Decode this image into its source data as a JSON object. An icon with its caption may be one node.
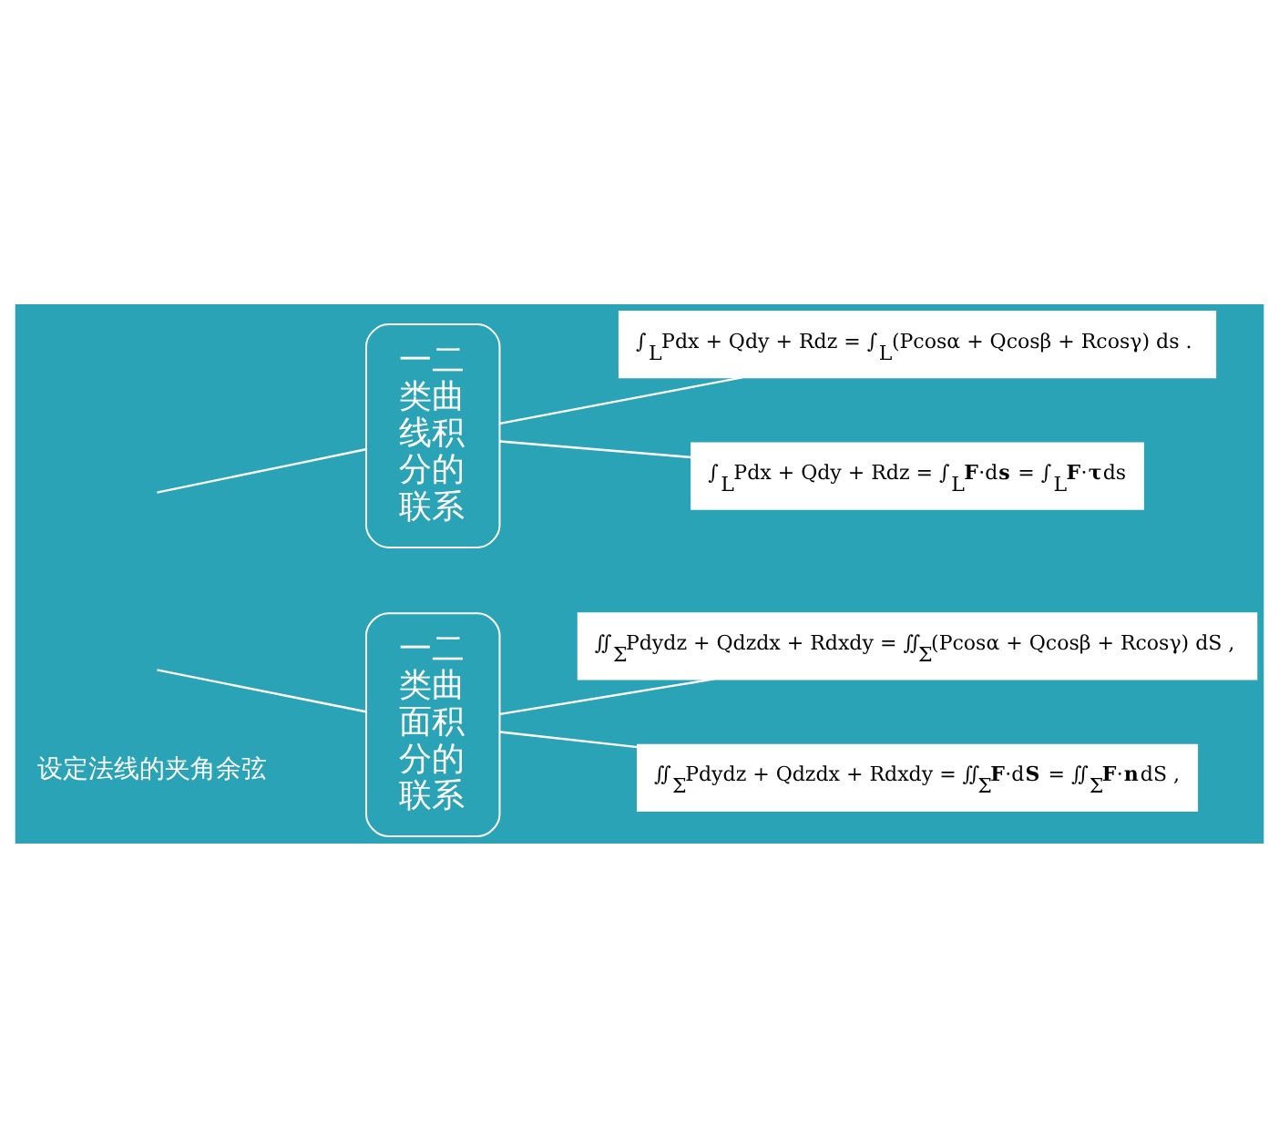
{
  "diagram": {
    "nodes": [
      {
        "text": [
          "一二类曲线积分的联系"
        ]
      },
      {
        "text": [
          "∫$_{L}$Pdx + Qdy + Rdz = ∫$_{L}$(Pcosα + Qcosβ + Rcosγ) ds ."
        ]
      },
      {
        "text": [
          "∫$_{L}$Pdx + Qdy + Rdz = ∫$_{L}$**F**·d**s** = ∫$_{L}$**F**·**τ**ds"
        ]
      },
      {
        "text": [
          "一二类曲面积分的联系"
        ]
      },
      {
        "text": [
          "∬$_{Σ}$Pdydz + Qdzdx + Rdxdy = ∬$_{Σ}$(Pcosα + Qcosβ + Rcosγ) dS ,"
        ]
      },
      {
        "text": [
          "∬$_{Σ}$Pdydz + Qdzdx + Rdxdy = ∬$_{Σ}$**F**·d**S** = ∬$_{Σ}$**F**·**n**dS ,"
        ]
      }
    ],
    "edges": [
      {
        "from": null,
        "to": 0,
        "arrow": "none"
      },
      {
        "from": 0,
        "to": 1,
        "arrow": "none"
      },
      {
        "from": 0,
        "to": 2,
        "arrow": "none"
      },
      {
        "from": null,
        "to": 3,
        "arrow": "none"
      },
      {
        "from": 3,
        "to": 4,
        "arrow": "none"
      },
      {
        "from": 3,
        "to": 5,
        "arrow": "none"
      }
    ],
    "labels": [
      "设定法线的夹角余弦"
    ]
  }
}
